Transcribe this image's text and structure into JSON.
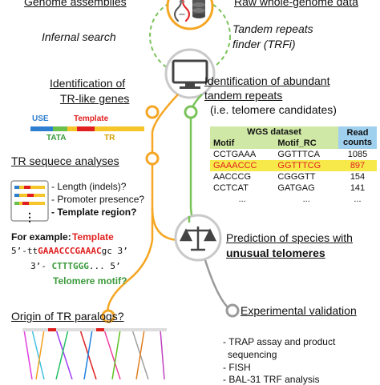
{
  "top": {
    "genome_assemblies": "Genome assemblies",
    "raw_wgs": "Raw whole-genome data"
  },
  "search": {
    "infernal": "Infernal search",
    "trf_line1": "Tandem repeats",
    "trf_line2": "finder (TRFi)"
  },
  "identify": {
    "tr_line1": "Identification of",
    "tr_line2": "TR-like genes",
    "rep_line1": "Identification of abundant",
    "rep_line2": "tandem repeats",
    "rep_line3": "(i.e. telomere candidates)"
  },
  "gene": {
    "use": "USE",
    "template": "Template",
    "tata": "TATA",
    "tr": "TR"
  },
  "table": {
    "title": "WGS dataset",
    "headers": [
      "Motif",
      "Motif_RC",
      "Read counts"
    ],
    "rows": [
      [
        "CCTGAAA",
        "GGTTTCA",
        "1085"
      ],
      [
        "GAAACCC",
        "GGTTTCG",
        "897"
      ],
      [
        "AACCCG",
        "CGGGTT",
        "154"
      ],
      [
        "CCTCAT",
        "GATGAG",
        "141"
      ],
      [
        "...",
        "...",
        "..."
      ]
    ]
  },
  "analysis": {
    "title": "TR sequece analyses",
    "q1": "- Length (indels)?",
    "q2": "- Promoter presence?",
    "q3": "- Template region?",
    "example": "For example:",
    "example_template": "Template",
    "seq_prefix": "5’-tt",
    "seq_red": "GAAACCCGAAAC",
    "seq_suffix": "gc 3’",
    "seq2_prefix": "3’- ",
    "seq2_green": "CTTTGGG",
    "seq2_suffix": "... 5’",
    "telomere_motif": "Telomere motif?"
  },
  "prediction": {
    "line1": "Prediction of species with",
    "line2": "unusual telomeres"
  },
  "origin": "Origin of TR paralogs?",
  "experimental": {
    "title": "Experimental validation",
    "items": [
      "- TRAP assay and product",
      "sequencing",
      "- FISH",
      "- BAL-31 TRF analysis"
    ]
  },
  "icons": [
    "dna-icon",
    "database-icon",
    "monitor-icon",
    "balance-scale-icon"
  ],
  "colors": {
    "orange": "#f5a623",
    "green": "#6bc04b",
    "grey": "#8a8a8a",
    "red": "#e02020",
    "blue": "#2f7fd0",
    "table_yellow": "#f7e94a",
    "table_green": "#cfe8a6",
    "table_blue": "#9fd0ee"
  }
}
